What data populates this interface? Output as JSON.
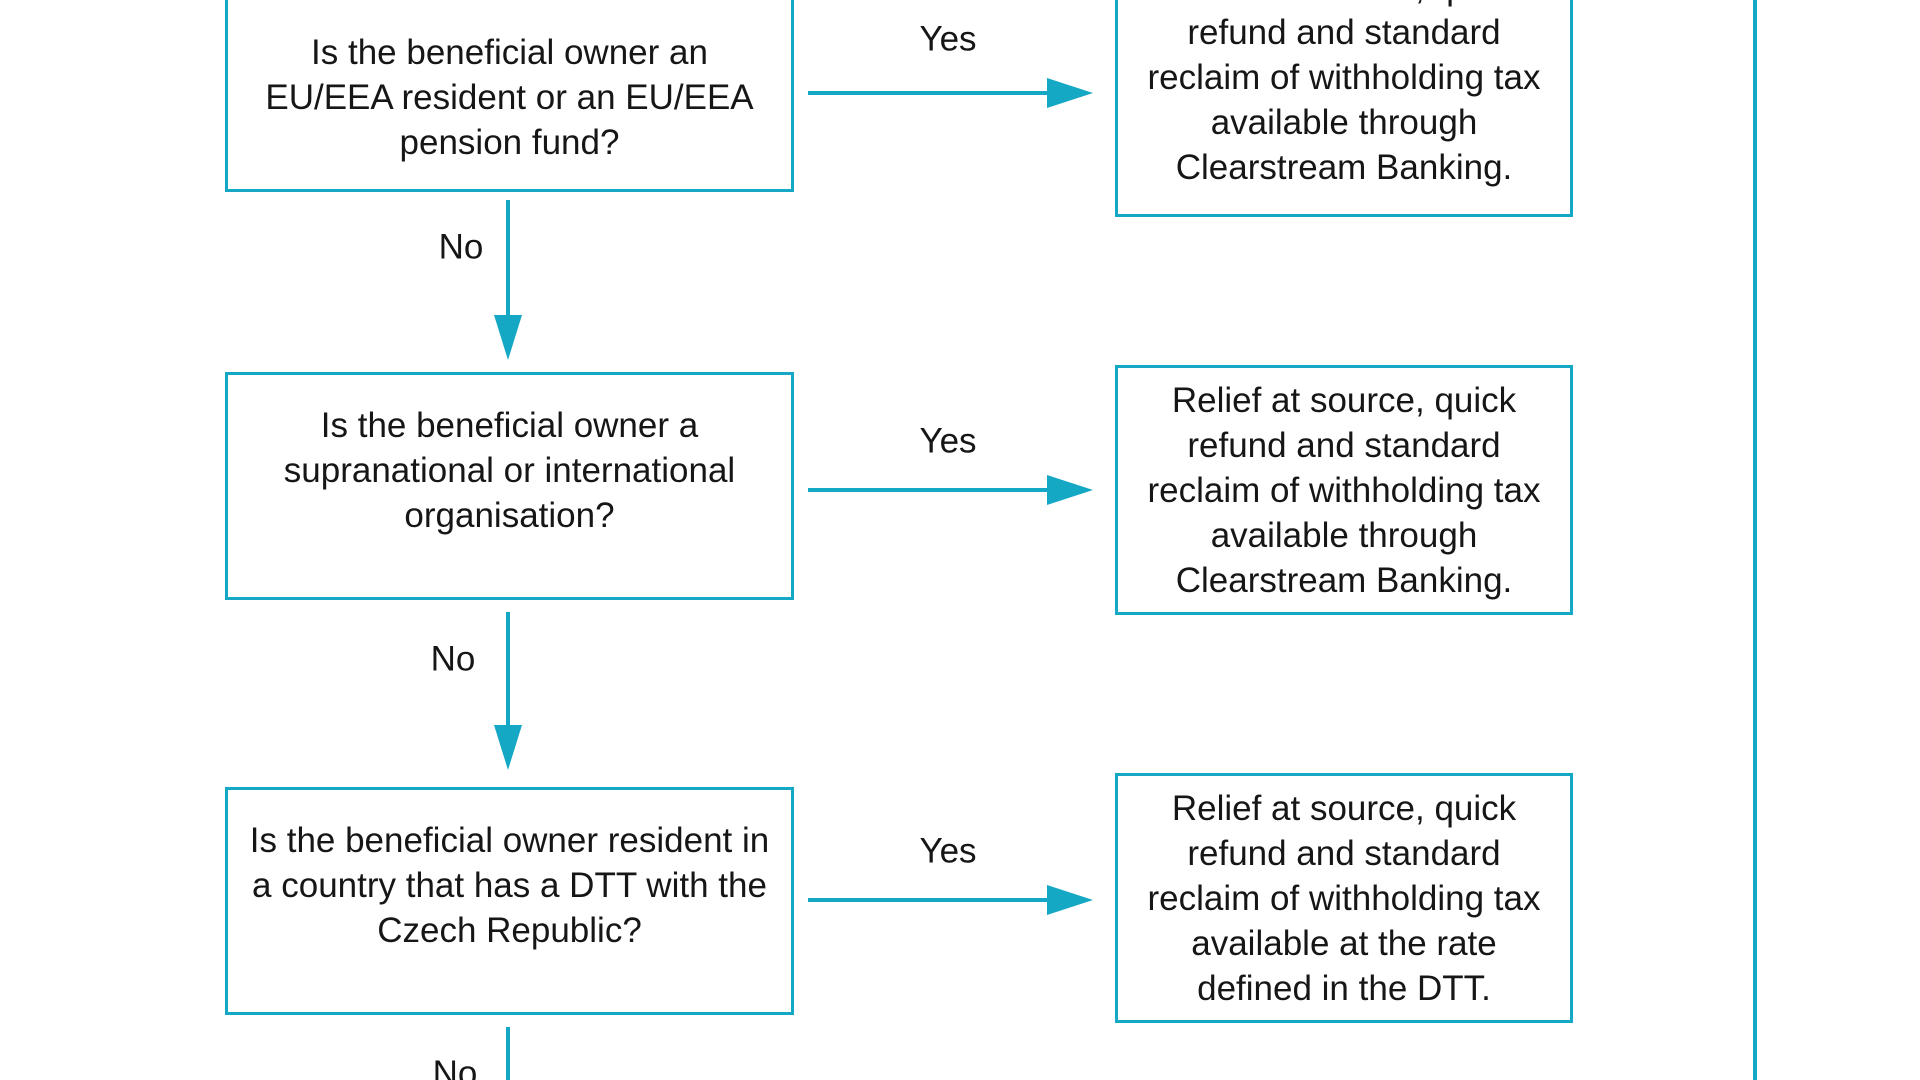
{
  "palette": {
    "accent": "#14a8c4",
    "text": "#161616",
    "background": "#ffffff"
  },
  "flow": {
    "rows": [
      {
        "question": {
          "lines": [
            "Is the beneficial owner an",
            "EU/EEA resident or an EU/EEA",
            "pension fund?"
          ]
        },
        "yes_label": "Yes",
        "no_label": "No",
        "result": {
          "lines": [
            "Relief at source, quick",
            "refund and standard",
            "reclaim of withholding tax",
            "available through",
            "Clearstream Banking."
          ]
        }
      },
      {
        "question": {
          "lines": [
            "Is the beneficial owner a",
            "supranational or international",
            "organisation?"
          ]
        },
        "yes_label": "Yes",
        "no_label": "No",
        "result": {
          "lines": [
            "Relief at source, quick",
            "refund and standard",
            "reclaim of withholding tax",
            "available through",
            "Clearstream Banking."
          ]
        }
      },
      {
        "question": {
          "lines": [
            "Is the beneficial owner resident in",
            "a country that has a DTT with the",
            "Czech Republic?"
          ]
        },
        "yes_label": "Yes",
        "no_label": "No",
        "result": {
          "lines": [
            "Relief at source, quick",
            "refund and standard",
            "reclaim of withholding tax",
            "available at the rate",
            "defined in the DTT."
          ]
        }
      }
    ]
  }
}
